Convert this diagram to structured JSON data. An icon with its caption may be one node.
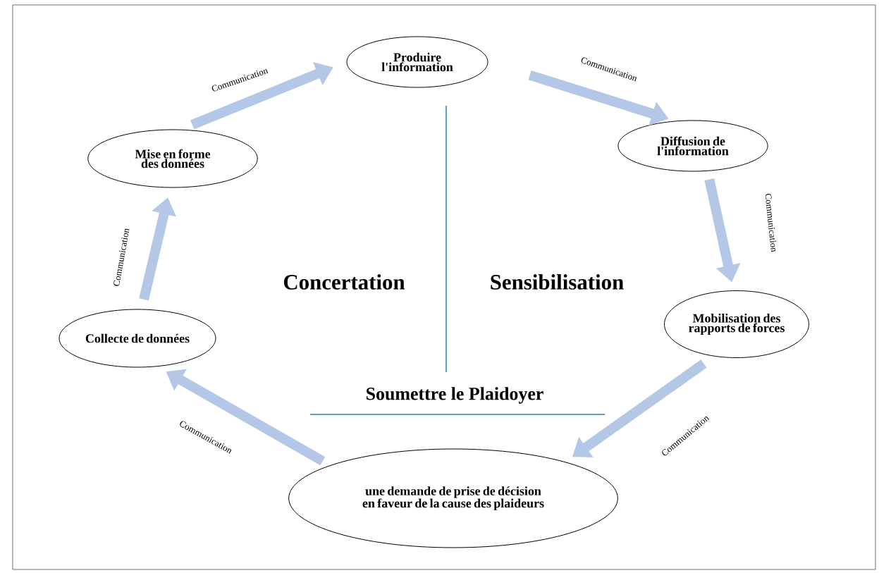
{
  "diagram": {
    "nodes": [
      {
        "text": [
          "Produire l'information"
        ]
      },
      {
        "text": [
          "Diffusion de l'information"
        ]
      },
      {
        "text": [
          "Mobilisation des rapports de forces"
        ]
      },
      {
        "text": [
          "une demande de prise de décision en faveur de la cause des plaideurs"
        ]
      },
      {
        "text": [
          "Collecte de données"
        ]
      },
      {
        "text": [
          "Mise en forme des données"
        ]
      }
    ],
    "edges": [
      {
        "from": 5,
        "to": 0,
        "arrow": "to",
        "label": "Communication"
      },
      {
        "from": 0,
        "to": 1,
        "arrow": "to",
        "label": "Communication"
      },
      {
        "from": 1,
        "to": 2,
        "arrow": "to",
        "label": "Communication"
      },
      {
        "from": 2,
        "to": 3,
        "arrow": "to",
        "label": "Communication"
      },
      {
        "from": 3,
        "to": 4,
        "arrow": "to",
        "label": "Communication"
      },
      {
        "from": 4,
        "to": 5,
        "arrow": "to",
        "label": "Communication"
      }
    ],
    "labels": [
      "Concertation",
      "Sensibilisation",
      "Soumettre le Plaidoyer"
    ]
  }
}
